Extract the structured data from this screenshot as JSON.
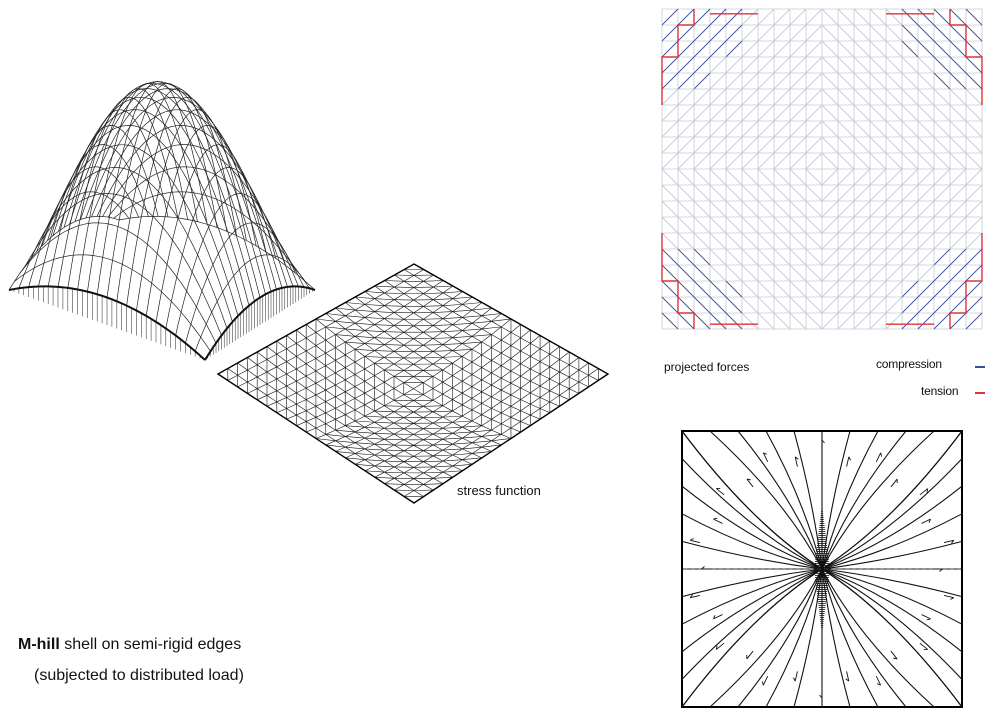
{
  "stress_label": "stress function",
  "forces_label": "projected forces",
  "legend": {
    "compression": "compression",
    "tension": "tension",
    "compression_color": "#3a4f9a",
    "tension_color": "#e0323a"
  },
  "caption": {
    "name": "M-hill",
    "line1_rest": " shell on semi-rigid edges",
    "line2": "(subjected to distributed load)"
  }
}
